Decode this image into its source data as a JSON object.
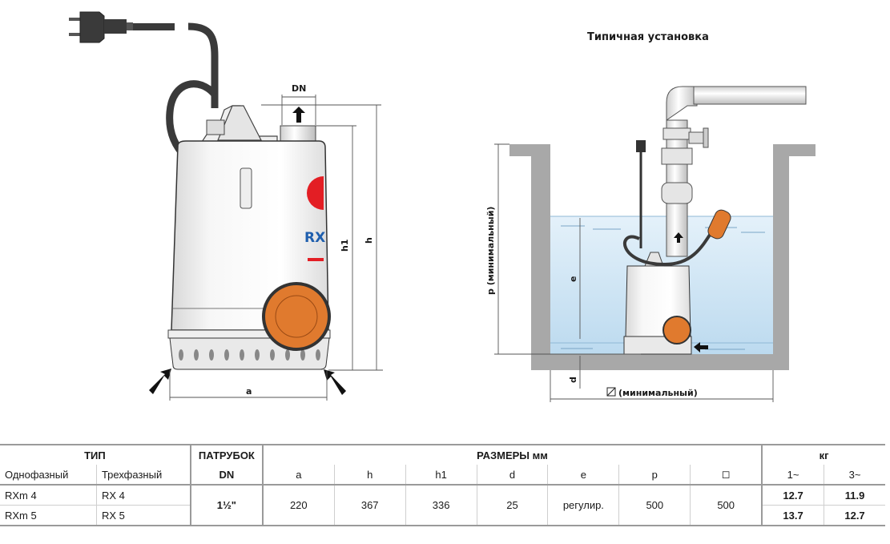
{
  "pump_drawing": {
    "labels": {
      "dn": "DN",
      "h1": "h1",
      "h": "h",
      "a": "a"
    },
    "logo_text": "RX",
    "colors": {
      "float": "#e07a2e",
      "cable": "#3a3a3a",
      "brand_red": "#e31e24",
      "brand_blue": "#1f5fae"
    }
  },
  "installation_drawing": {
    "title": "Типичная установка",
    "labels": {
      "p": "p  (минимальный)",
      "e": "e",
      "d": "d",
      "diameter": "(минимальный)"
    },
    "colors": {
      "water": "#cfe6f5",
      "wall": "#a8a8a8"
    }
  },
  "table": {
    "header_groups": {
      "type": "ТИП",
      "outlet": "ПАТРУБОК",
      "dimensions": "РАЗМЕРЫ мм",
      "weight": "кг"
    },
    "columns": [
      "Однофазный",
      "Трехфазный",
      "DN",
      "a",
      "h",
      "h1",
      "d",
      "e",
      "p",
      "⌀",
      "1~",
      "3~"
    ],
    "diameter_symbol": "◻",
    "rows": [
      {
        "single_phase": "RXm 4",
        "three_phase": "RX 4",
        "w1": "12.7",
        "w3": "11.9"
      },
      {
        "single_phase": "RXm 5",
        "three_phase": "RX 5",
        "w1": "13.7",
        "w3": "12.7"
      }
    ],
    "shared": {
      "dn": "1½\"",
      "a": "220",
      "h": "367",
      "h1": "336",
      "d": "25",
      "e": "регулир.",
      "p": "500",
      "diam": "500"
    }
  }
}
